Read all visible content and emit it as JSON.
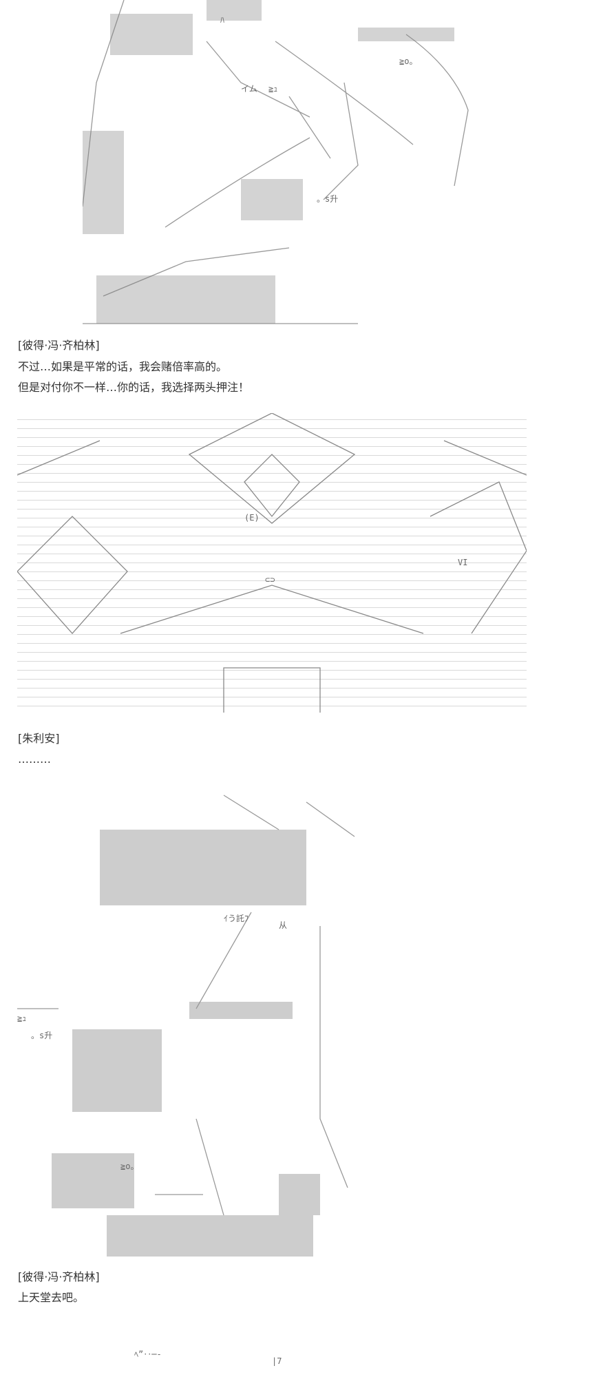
{
  "blocks": [
    {
      "speaker": "[彼得·冯·齐柏林]",
      "lines": [
        "不过…如果是平常的话，我会赌倍率高的。",
        "但是对付你不一样…你的话，我选择两头押注！"
      ]
    },
    {
      "speaker": "[朱利安]",
      "lines": [
        "………"
      ]
    },
    {
      "speaker": "[彼得·冯·齐柏林]",
      "lines": [
        "上天堂去吧。"
      ]
    }
  ],
  "art_fragments": {
    "a1": [
      "≧o。",
      "。s升",
      "イム",
      "ﾊ",
      "≧ｭ"
    ],
    "a2": [
      "(E)",
      "VI",
      "⊂⊃"
    ],
    "a3": [
      "≧ｭ",
      "。s升",
      "≧o。",
      "ｲう託ﾌ",
      "从"
    ],
    "a4": [
      "ﾍ”‥─‐",
      "|7"
    ]
  }
}
